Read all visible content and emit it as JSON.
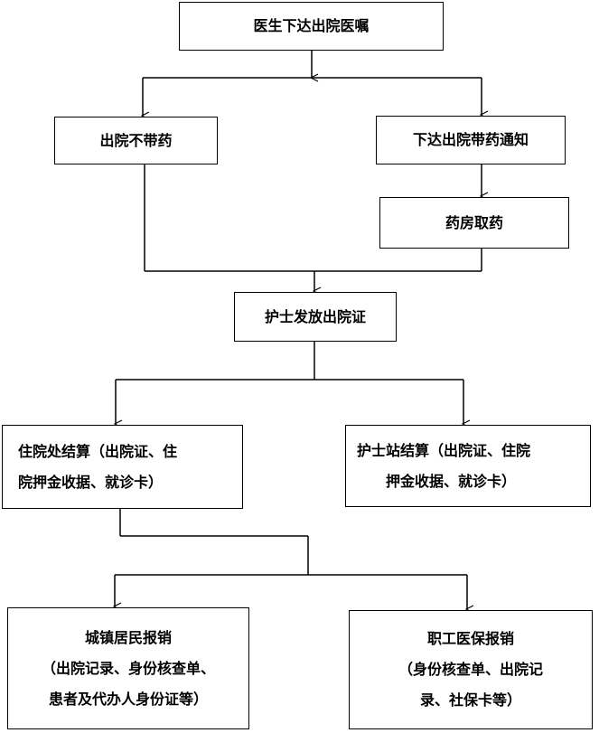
{
  "nodes": {
    "doctor_order": {
      "lines": [
        "医生下达出院医嘱"
      ]
    },
    "no_medicine": {
      "lines": [
        "出院不带药"
      ]
    },
    "medicine_notice": {
      "lines": [
        "下达出院带药通知"
      ]
    },
    "pharmacy": {
      "lines": [
        "药房取药"
      ]
    },
    "nurse_cert": {
      "lines": [
        "护士发放出院证"
      ]
    },
    "hospital_settle": {
      "lines": [
        "住院处结算（出院证、住",
        "院押金收据、就诊卡）"
      ]
    },
    "nurse_settle": {
      "lines": [
        "护士站结算（出院证、住院",
        "押金收据、就诊卡）"
      ]
    },
    "urban_reimburse": {
      "lines": [
        "城镇居民报销",
        "（出院记录、身份核查单、",
        "患者及代办人身份证等）"
      ]
    },
    "employee_reimburse": {
      "lines": [
        "职工医保报销",
        "（身份核查单、出院记",
        "录、社保卡等）"
      ]
    }
  },
  "colors": {
    "line": "#000000",
    "box_border": "#000000",
    "text": "#000000",
    "background": "#ffffff"
  }
}
